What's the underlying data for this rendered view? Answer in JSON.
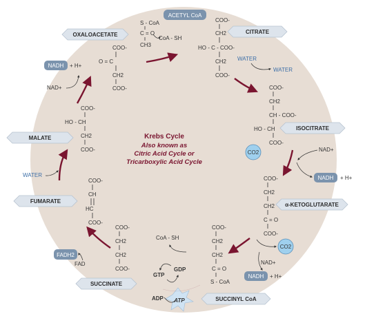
{
  "diagram": {
    "title": "Krebs Cycle",
    "subtitle_lines": [
      "Also known as",
      "Citric Acid Cycle or",
      "Tricarboxylic Acid Cycle"
    ]
  },
  "compounds": {
    "oxaloacetate": "OXALOACETATE",
    "citrate": "CITRATE",
    "isocitrate": "ISOCITRATE",
    "ketoglutarate": "α-KETOGLUTARATE",
    "succinyl_coa": "SUCCINYL CoA",
    "succinate": "SUCCINATE",
    "fumarate": "FUMARATE",
    "malate": "MALATE"
  },
  "molecules": {
    "acetyl_coa": "ACETYL CoA",
    "acetyl": [
      "S - CoA",
      "C = O",
      "CH3"
    ],
    "coa_sh_top": "CoA - SH",
    "oxaloacetate": [
      "COO-",
      "O = C",
      "CH2",
      "COO-"
    ],
    "citrate": [
      "COO-",
      "CH2",
      "HO - C - COO-",
      "CH2",
      "COO-"
    ],
    "isocitrate": [
      "COO-",
      "CH2",
      "CH - COO-",
      "HO - CH",
      "COO-"
    ],
    "ketoglutarate": [
      "COO-",
      "CH2",
      "CH2",
      "C = O",
      "COO-"
    ],
    "succinyl_coa": [
      "COO-",
      "CH2",
      "CH2",
      "C = O",
      "S - CoA"
    ],
    "succinate": [
      "COO-",
      "CH2",
      "CH2",
      "COO-"
    ],
    "fumarate": [
      "COO-",
      "CH",
      "HC",
      "COO-"
    ],
    "malate": [
      "COO-",
      "HO - CH",
      "CH2",
      "COO-"
    ]
  },
  "cofactors": {
    "nadh": "NADH",
    "h_plus": "+ H+",
    "nad_plus": "NAD+",
    "water": "WATER",
    "co2": "CO2",
    "fadh2": "FADH2",
    "fad": "FAD",
    "coa_sh": "CoA - SH",
    "gtp": "GTP",
    "gdp": "GDP",
    "adp": "ADP",
    "atp": "ATP"
  },
  "colors": {
    "circle": "#e7ddd4",
    "arrow": "#7a1530",
    "banner": "#dde4ec",
    "badge": "#7b93ad",
    "co2": "#9fd0ee"
  }
}
